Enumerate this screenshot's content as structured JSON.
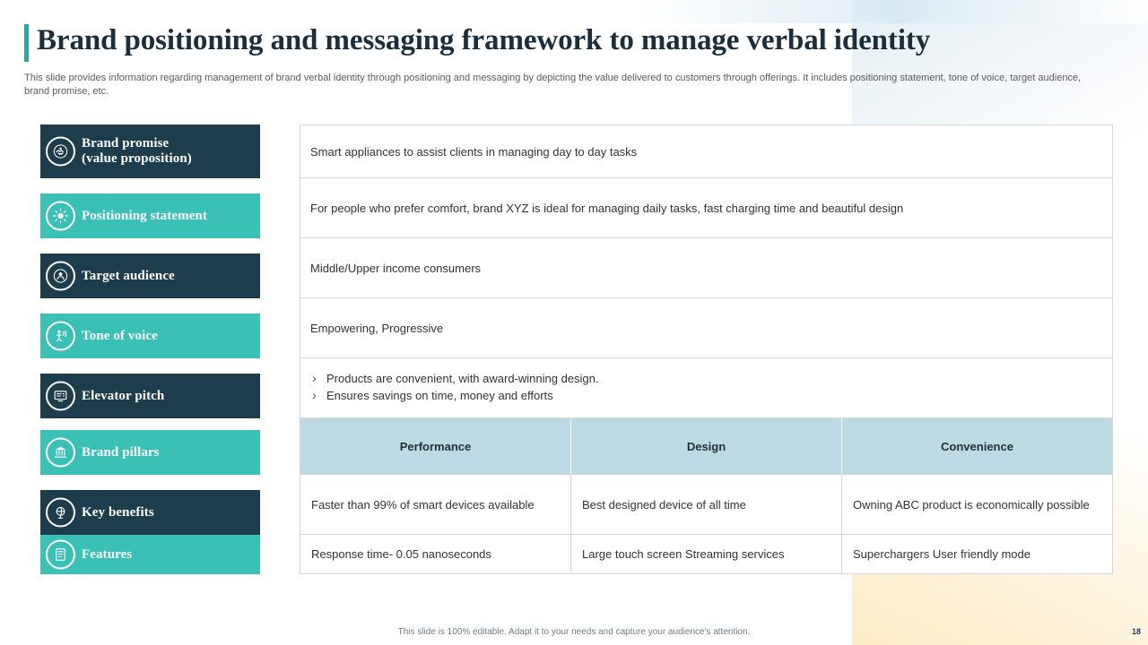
{
  "page": {
    "title": "Brand positioning and messaging framework to manage verbal identity",
    "subtitle": "This slide provides information regarding management of brand verbal identity through positioning and messaging by depicting the value delivered to customers through offerings. It includes positioning statement, tone of voice, target audience, brand promise, etc.",
    "footer_note": "This slide is 100% editable. Adapt it to your needs and capture your audience's attention.",
    "page_number": "18",
    "colors": {
      "dark": "#1d3d4d",
      "teal": "#3ac0b4",
      "pillar_header": "#bcd9e4",
      "accent_rule": "#2aa8a0"
    }
  },
  "rows": {
    "brand_promise": {
      "label": "Brand promise\n(value proposition)",
      "label_line1": "Brand promise",
      "label_line2": "(value proposition)",
      "icon": "handshake-icon",
      "value": "Smart appliances to assist clients in managing day to day tasks"
    },
    "positioning_statement": {
      "label": "Positioning statement",
      "icon": "lightbulb-icon",
      "value": "For people who prefer comfort, brand XYZ  is ideal for managing daily tasks, fast charging time and beautiful design"
    },
    "target_audience": {
      "label": "Target audience",
      "icon": "target-user-icon",
      "value": "Middle/Upper income consumers"
    },
    "tone_of_voice": {
      "label": "Tone of voice",
      "icon": "megaphone-person-icon",
      "value": "Empowering, Progressive"
    },
    "elevator_pitch": {
      "label": "Elevator pitch",
      "icon": "presentation-icon",
      "bullets": [
        "Products are convenient, with award-winning design.",
        "Ensures savings on time, money and efforts"
      ]
    },
    "brand_pillars": {
      "label": "Brand pillars",
      "icon": "pillar-building-icon",
      "columns": [
        "Performance",
        "Design",
        "Convenience"
      ]
    },
    "key_benefits": {
      "label": "Key benefits",
      "icon": "globe-leaf-icon",
      "values": [
        "Faster than 99% of smart devices available",
        "Best designed device of all time",
        "Owning ABC product is economically possible"
      ]
    },
    "features": {
      "label": "Features",
      "icon": "document-list-icon",
      "values": [
        "Response time- 0.05 nanoseconds",
        "Large touch screen Streaming services",
        "Superchargers User friendly mode"
      ]
    }
  }
}
